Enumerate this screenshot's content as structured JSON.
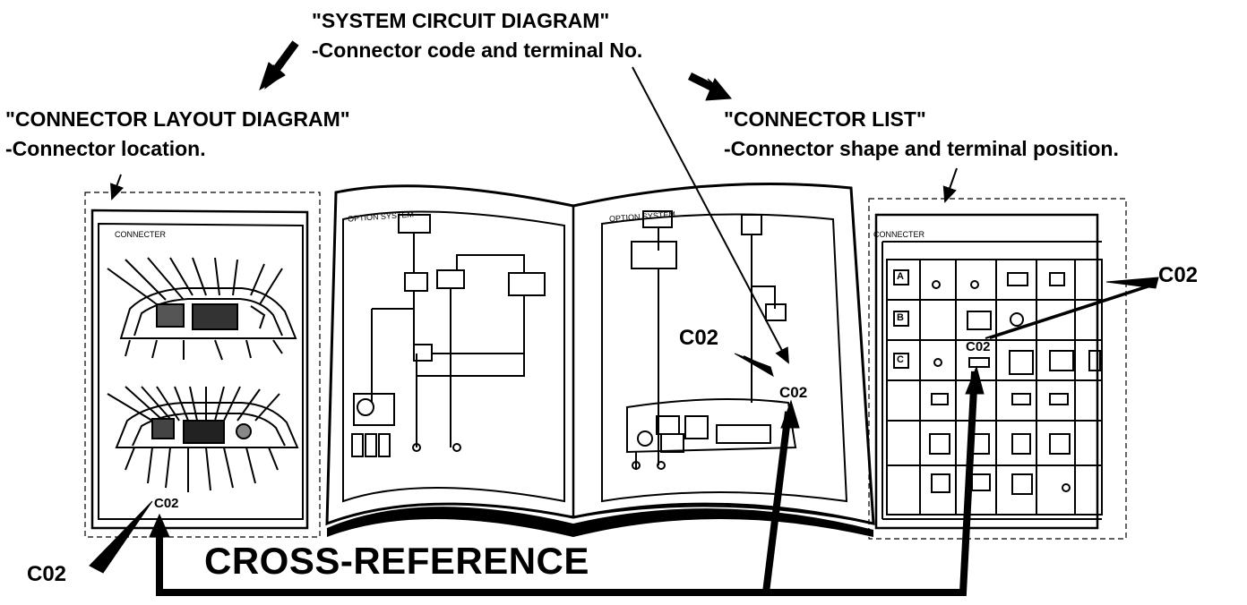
{
  "titles": {
    "system_title": "\"SYSTEM CIRCUIT DIAGRAM\"",
    "system_desc": "-Connector code and terminal No.",
    "layout_title": "\"CONNECTOR  LAYOUT DIAGRAM\"",
    "layout_desc": "-Connector location.",
    "list_title": "\"CONNECTOR LIST\"",
    "list_desc": "-Connector shape and terminal position."
  },
  "cross_reference": "CROSS-REFERENCE",
  "connector_code": "C02",
  "page_headers": {
    "layout_page": "CONNECTER",
    "book_left": "OPTION SYSTEM",
    "book_right": "OPTION SYSTEM",
    "list_page": "CONNECTER"
  },
  "connector_list_rows": [
    "A",
    "B",
    "C"
  ]
}
